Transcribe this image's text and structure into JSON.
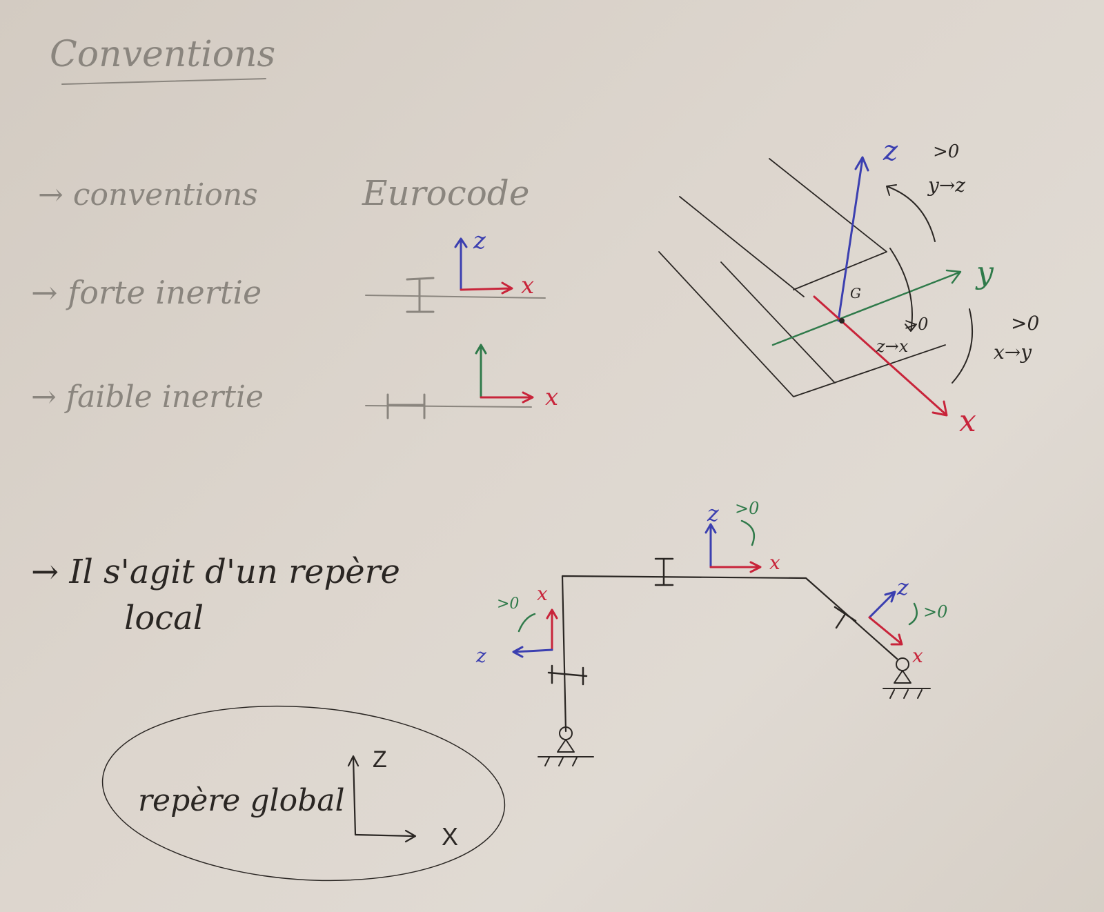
{
  "title": "Conventions",
  "lines": {
    "conventions": "→ conventions",
    "eurocode": "Eurocode",
    "forte": "→ forte inertie",
    "faible": "→ faible inertie",
    "local_1": "→ Il s'agit d'un repère",
    "local_2": "local",
    "global": "repère global"
  },
  "axes": {
    "z": "z",
    "x": "x",
    "y": "y",
    "G": "G",
    "pos": ">0",
    "y_to_z": "y→z",
    "z_to_x": "z→x",
    "x_to_y": "x→y",
    "Z": "Z",
    "X": "X"
  },
  "colors": {
    "x": "#c8243a",
    "y": "#2f7a4a",
    "z": "#3b3fb0",
    "pencil": "#8a857e",
    "ink": "#2a2623"
  }
}
